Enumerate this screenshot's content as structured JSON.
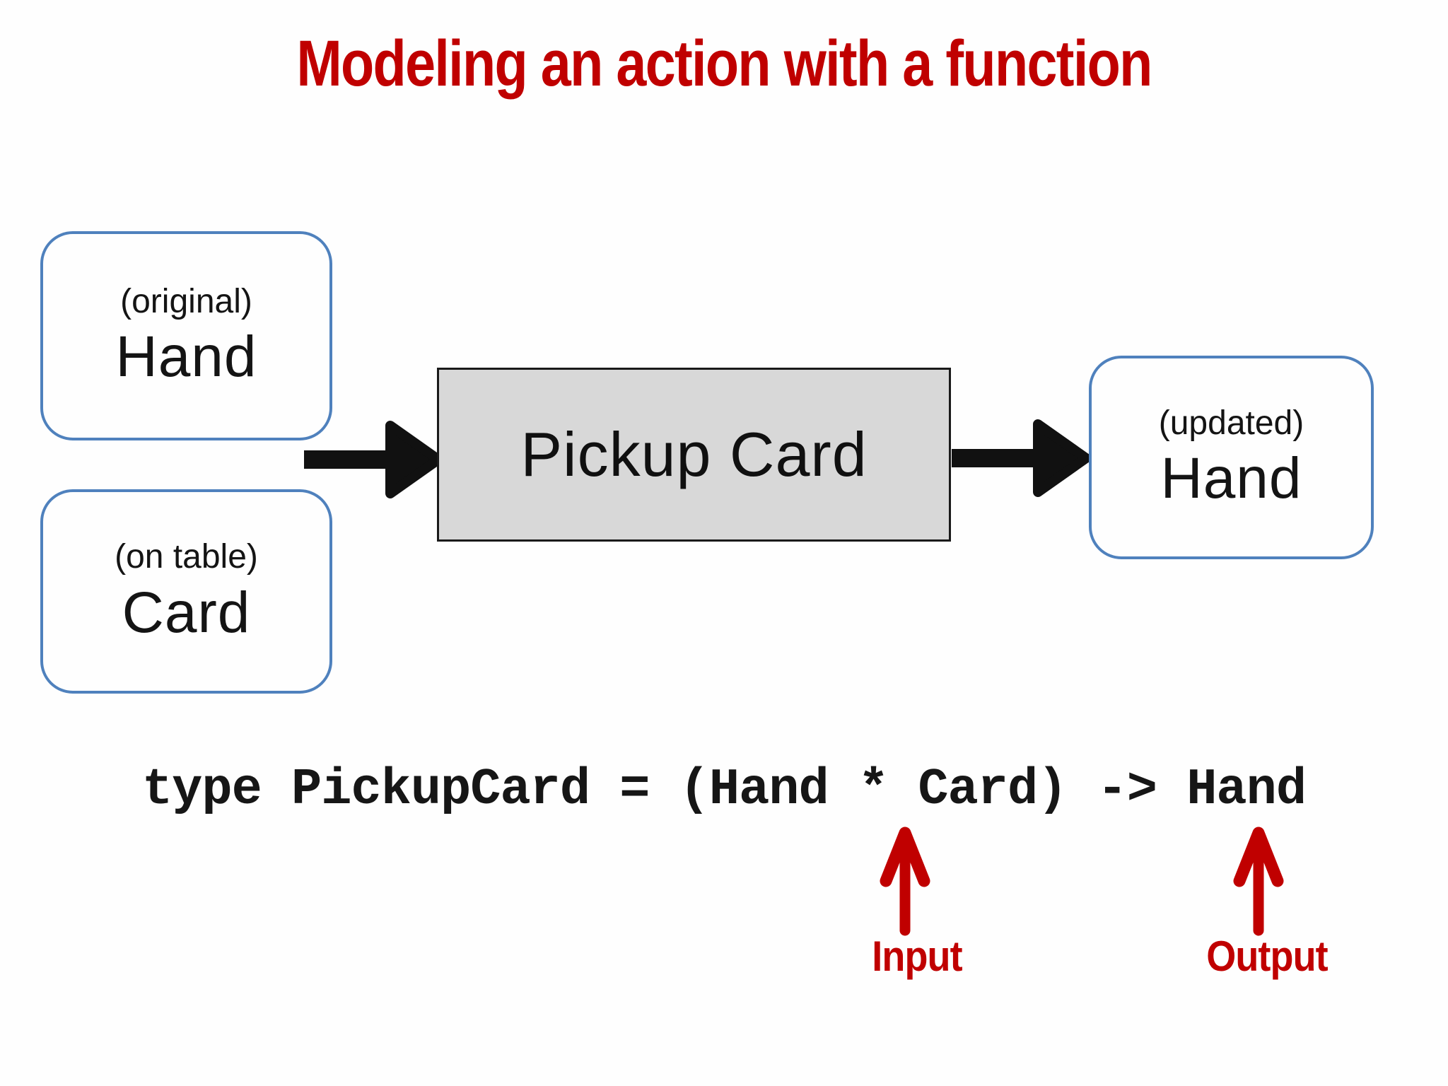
{
  "slide": {
    "title": "Modeling an action with a function"
  },
  "diagram": {
    "inputs": [
      {
        "qualifier": "(original)",
        "name": "Hand"
      },
      {
        "qualifier": "(on table)",
        "name": "Card"
      }
    ],
    "process": {
      "name": "Pickup Card"
    },
    "output": {
      "qualifier": "(updated)",
      "name": "Hand"
    }
  },
  "code": {
    "type_signature": "type PickupCard = (Hand * Card) -> Hand"
  },
  "annotations": {
    "input": {
      "label": "Input"
    },
    "output": {
      "label": "Output"
    }
  },
  "colors": {
    "accent_red": "#c00000",
    "box_border_blue": "#4f81bd",
    "process_fill_gray": "#d8d8d8",
    "arrow_black": "#111111"
  },
  "icons": {
    "flow_arrow": "arrow-right-icon",
    "annotation_arrow": "arrow-up-icon"
  }
}
